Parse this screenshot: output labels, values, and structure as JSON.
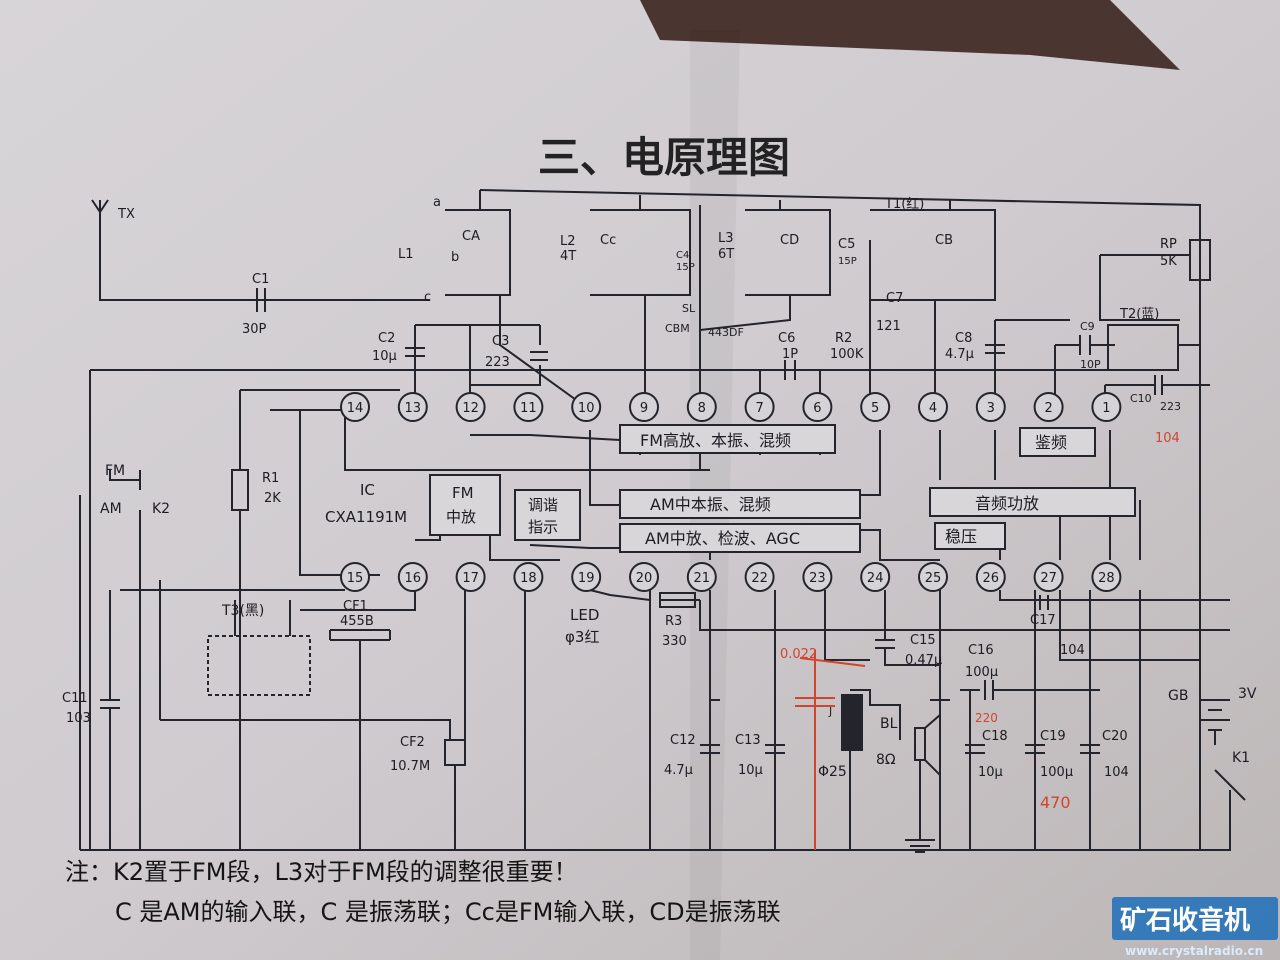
{
  "title": "三、电原理图",
  "antenna": "TX",
  "ic": {
    "line1": "IC",
    "line2": "CXA1191M"
  },
  "pins_top": [
    "14",
    "13",
    "12",
    "11",
    "10",
    "9",
    "8",
    "7",
    "6",
    "5",
    "4",
    "3",
    "2",
    "1"
  ],
  "pins_bottom": [
    "15",
    "16",
    "17",
    "18",
    "19",
    "20",
    "21",
    "22",
    "23",
    "24",
    "25",
    "26",
    "27",
    "28"
  ],
  "blocks": {
    "fm_rf": "FM高放、本振、混频",
    "am_osc": "AM中本振、混频",
    "am_if": "AM中放、检波、AGC",
    "audio": "音频功放",
    "disc": "鉴频",
    "reg": "稳压",
    "fm_if_1": "FM",
    "fm_if_2": "中放",
    "tune_1": "调谐",
    "tune_2": "指示"
  },
  "coils": {
    "l1": "L1",
    "l2": "L2",
    "l2v": "4T",
    "l3": "L3",
    "l3v": "6T",
    "t1": "T1(红)",
    "t2": "T2(蓝)",
    "t3": "T3(黑)",
    "ca": "CA",
    "cc": "Cc",
    "cd": "CD",
    "cb": "CB",
    "ta": "a",
    "tb": "b",
    "tc": "c"
  },
  "caps": {
    "c1": "C1",
    "c1v": "30P",
    "c2": "C2",
    "c2v": "10μ",
    "c3": "C3",
    "c3v": "223",
    "c4": "C4",
    "c4v": "15P",
    "c5": "C5",
    "c5v": "15P",
    "c6": "C6",
    "c6v": "1P",
    "c7": "C7",
    "c7v": "121",
    "c8": "C8",
    "c8v": "4.7μ",
    "c9": "C9",
    "c9v": "10P",
    "c10": "C10",
    "c10v": "223",
    "c11": "C11",
    "c11v": "103",
    "c12": "C12",
    "c12v": "4.7μ",
    "c13": "C13",
    "c13v": "10μ",
    "c15": "C15",
    "c15v": "0.47μ",
    "c16": "C16",
    "c16v": "100μ",
    "c17": "C17",
    "c17v": "104",
    "c18": "C18",
    "c18v": "10μ",
    "c19": "C19",
    "c19v": "100μ",
    "c20": "C20",
    "c20v": "104",
    "sl": "SL",
    "cbm": "CBM",
    "cbm_v": "443DF"
  },
  "resistors": {
    "r1": "R1",
    "r1v": "2K",
    "r2": "R2",
    "r2v": "100K",
    "r3": "R3",
    "r3v": "330",
    "rp": "RP",
    "rpv": "5K"
  },
  "filters": {
    "cf1": "CF1",
    "cf1v": "455B",
    "cf2": "CF2",
    "cf2v": "10.7M"
  },
  "led": {
    "name": "LED",
    "spec": "φ3红"
  },
  "switches": {
    "fm": "FM",
    "am": "AM",
    "k2": "K2",
    "k1": "K1"
  },
  "battery": {
    "name": "GB",
    "value": "3V"
  },
  "speaker": {
    "name": "BL",
    "value": "8Ω"
  },
  "jack": {
    "name": "J",
    "value": "Φ25"
  },
  "handwritten": {
    "n1": "104",
    "n2": "0.022",
    "n3": "220",
    "n4": "470"
  },
  "notes": {
    "line1": "注：K2置于FM段，L3对于FM段的调整很重要！",
    "line2": "C  是AM的输入联，C  是振荡联；Cc是FM输入联，CD是振荡联"
  },
  "watermark": {
    "name": "矿石收音机",
    "url": "www.crystalradio.cn"
  }
}
